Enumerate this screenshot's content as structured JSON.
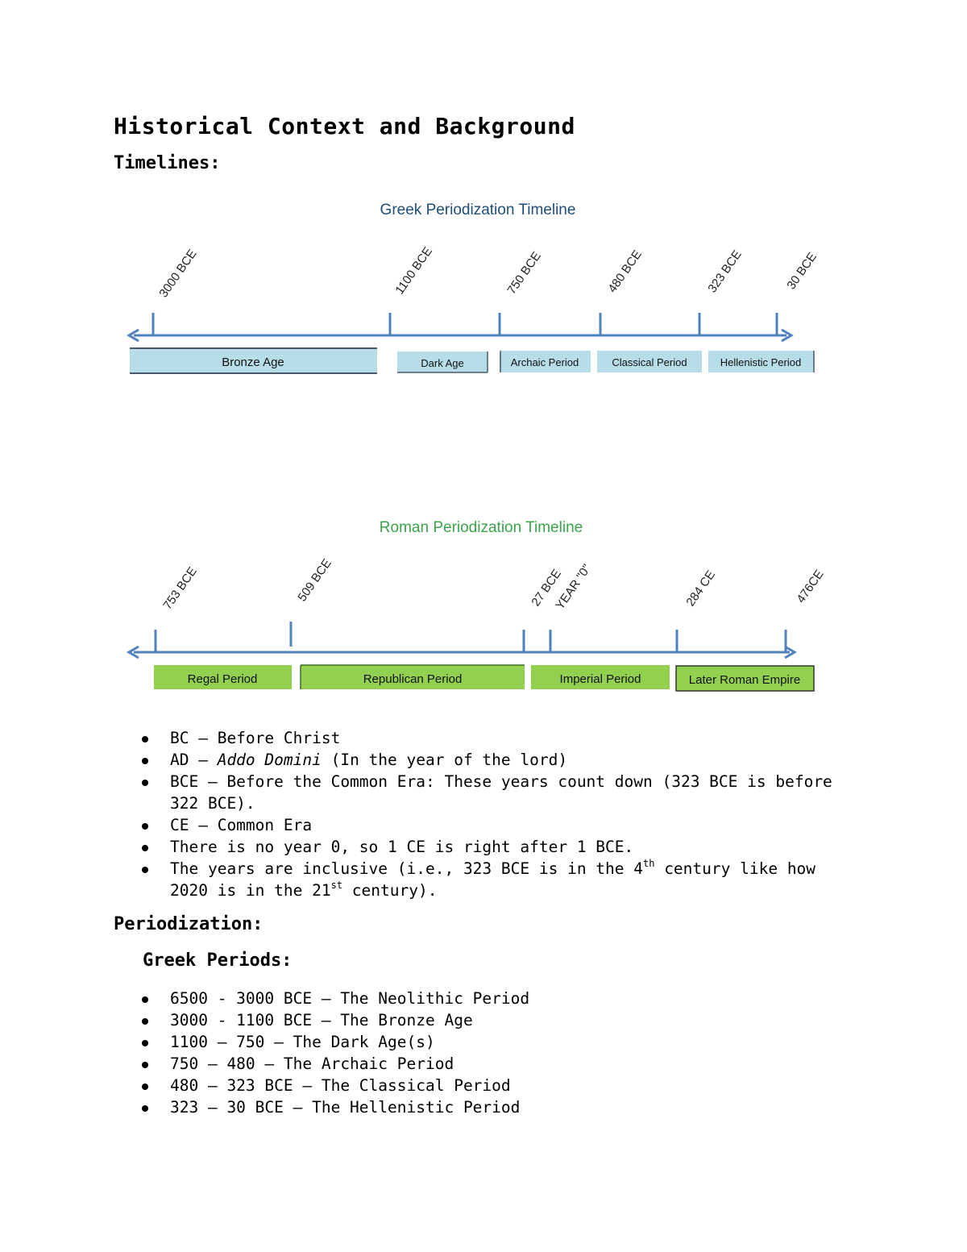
{
  "page_title": "Historical Context and Background",
  "timelines_heading": "Timelines:",
  "greek_timeline": {
    "title": "Greek Periodization Timeline",
    "title_color": "#1f4e79",
    "axis_color": "#4f81bd",
    "bar_color": "#b7dde8",
    "ticks": [
      "3000 BCE",
      "1100 BCE",
      "750 BCE",
      "480 BCE",
      "323 BCE",
      "30 BCE"
    ],
    "periods": [
      "Bronze Age",
      "Dark Age",
      "Archaic Period",
      "Classical Period",
      "Hellenistic Period"
    ]
  },
  "roman_timeline": {
    "title": "Roman Periodization Timeline",
    "title_color": "#3aa34a",
    "axis_color": "#4f81bd",
    "bar_color": "#92d050",
    "ticks": [
      "753 BCE",
      "509 BCE",
      "27 BCE",
      "YEAR \"0\"",
      "284 CE",
      "476CE"
    ],
    "periods": [
      "Regal Period",
      "Republican Period",
      "Imperial Period",
      "Later Roman Empire"
    ]
  },
  "era_notes": {
    "bc": "BC – Before Christ",
    "ad_prefix": "AD – ",
    "ad_term": "Addo Domini",
    "ad_suffix": " (In the year of the lord)",
    "bce": "BCE – Before the Common Era: These years count down (323 BCE is before 322 BCE).",
    "ce": "CE – Common Era",
    "no_zero": "There is no year 0, so 1 CE is right after 1 BCE.",
    "inclusive_part1": "The years are inclusive (i.e., 323 BCE is in the 4",
    "inclusive_sup1": "th",
    "inclusive_part2": " century like how 2020 is in the 21",
    "inclusive_sup2": "st",
    "inclusive_part3": " century)."
  },
  "periodization_heading": "Periodization:",
  "greek_periods_heading": "Greek Periods:",
  "greek_periods": [
    "6500 - 3000 BCE – The Neolithic Period",
    "3000 - 1100 BCE – The Bronze Age",
    "1100 – 750 – The Dark Age(s)",
    "750 – 480 – The Archaic Period",
    "480 – 323 BCE – The Classical Period",
    "323 – 30 BCE – The Hellenistic Period"
  ]
}
